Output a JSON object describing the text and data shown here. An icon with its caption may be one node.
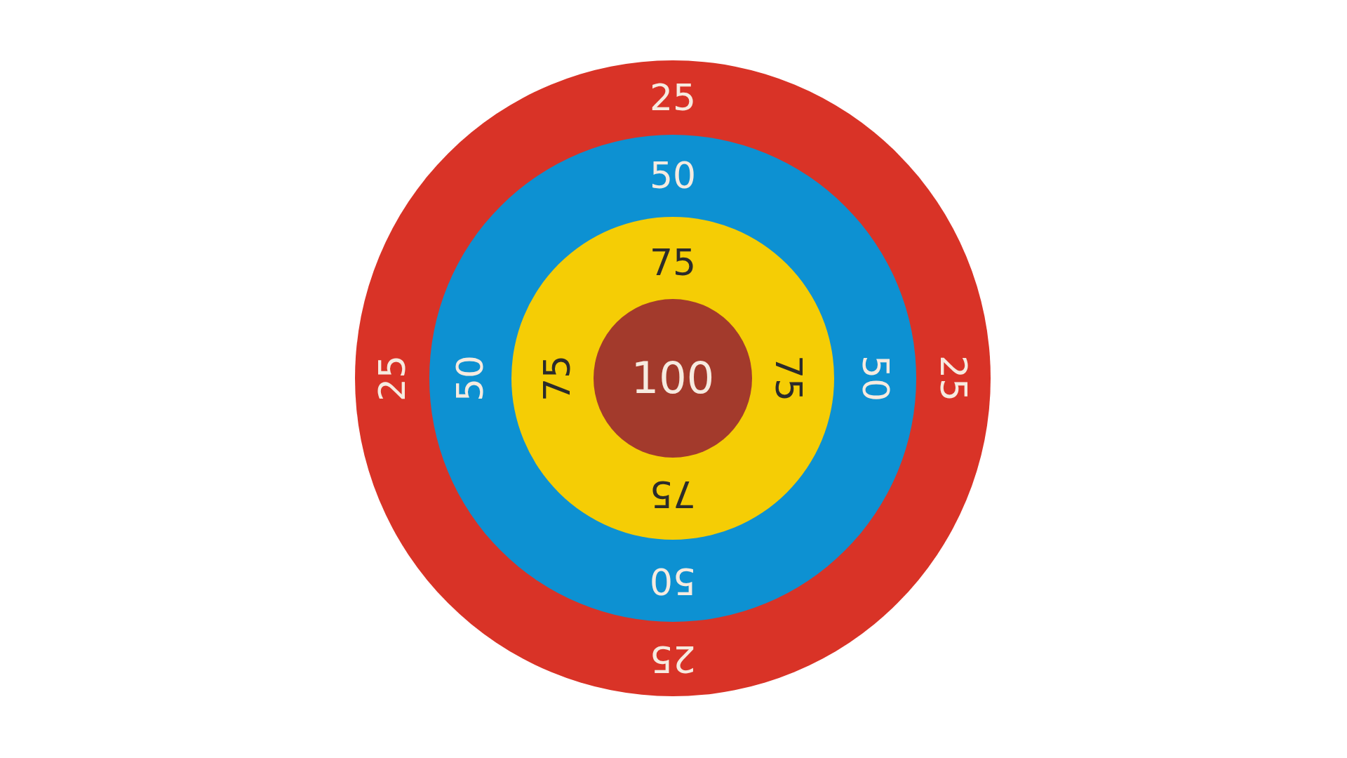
{
  "diagram": {
    "nodes": [
      {
        "text": [
          "25",
          "25",
          "25",
          "25"
        ]
      },
      {
        "text": [
          "50",
          "50",
          "50",
          "50"
        ],
        "in": 0
      },
      {
        "text": [
          "75",
          "75",
          "75",
          "75"
        ],
        "in": 1
      },
      {
        "text": [
          "100"
        ],
        "in": 2
      }
    ]
  }
}
